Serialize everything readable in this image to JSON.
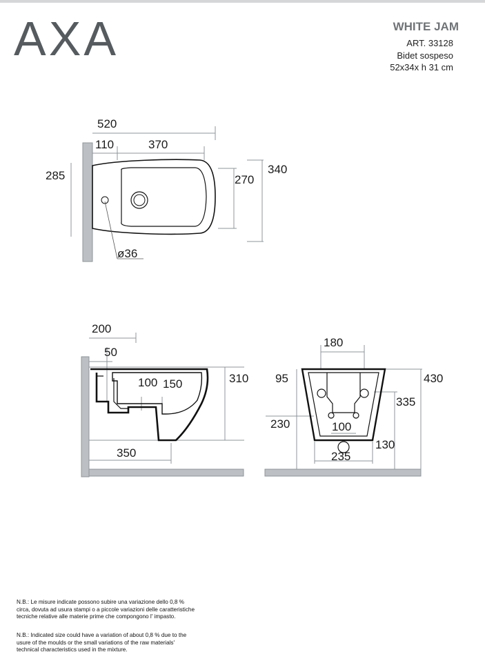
{
  "header": {
    "brand": "AXA",
    "series": "WHITE JAM",
    "article": "ART. 33128",
    "description": "Bidet sospeso",
    "size": "52x34x h 31 cm"
  },
  "colors": {
    "brand": "#555b5f",
    "wall": "#bcc0c4",
    "outline": "#111111",
    "dimension_line": "#8f9498"
  },
  "top_view": {
    "overall_length": "520",
    "back_depth": "110",
    "basin_length": "370",
    "wall_height": "285",
    "basin_width": "270",
    "overall_width": "340",
    "tap_hole": "ø36"
  },
  "side_view": {
    "wall_offset": "200",
    "top_offset": "50",
    "inlet_height": "100",
    "drain_height": "150",
    "total_height": "310",
    "bracket_span": "350"
  },
  "back_view": {
    "top_width": "180",
    "top_offset": "95",
    "total_height": "430",
    "fixing_height": "335",
    "base_height": "230",
    "fixing_spacing": "100",
    "floor_height": "130",
    "base_width": "235"
  },
  "notes": {
    "italian": "N.B.: Le misure  indicate possono subire una variazione dello 0,8 % circa, dovuta ad usura stampi o a piccole variazioni delle caratteristiche tecniche relative alle materie prime che compongono l' impasto.",
    "english": "N.B.: Indicated size could have a variation of about 0,8 %  due to the usure of the moulds or the small variations of the raw materials' technical characteristics used in the mixture."
  }
}
